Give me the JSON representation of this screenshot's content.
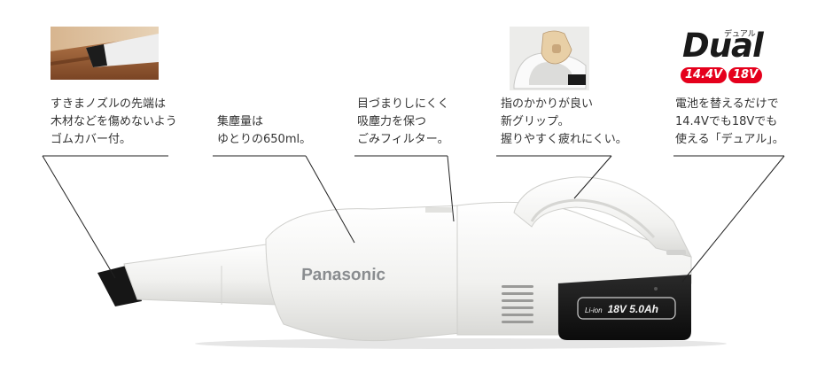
{
  "callouts": [
    {
      "lines": [
        "すきまノズルの先端は",
        "木材などを傷めないよう",
        "ゴムカバー付。"
      ]
    },
    {
      "lines": [
        "集塵量は",
        "ゆとりの650ml。"
      ]
    },
    {
      "lines": [
        "目づまりしにくく",
        "吸塵力を保つ",
        "ごみフィルター。"
      ]
    },
    {
      "lines": [
        "指のかかりが良い",
        "新グリップ。",
        "握りやすく疲れにくい。"
      ]
    },
    {
      "lines": [
        "電池を替えるだけで",
        "14.4Vでも18Vでも",
        "使える「デュアル」。"
      ]
    }
  ],
  "dual_logo": {
    "ruby": "デュアル",
    "word": "Dual",
    "badge_left": "14.4V",
    "badge_right": "18V",
    "badge_color": "#e5001c"
  },
  "product": {
    "brand": "Panasonic",
    "battery_type": "Li-ion",
    "battery_spec": "18V 5.0Ah",
    "body_color": "#f4f4f2",
    "battery_color": "#151515"
  },
  "icons": [
    "nozzle-on-wood-photo",
    "hand-gripping-handle-photo"
  ]
}
